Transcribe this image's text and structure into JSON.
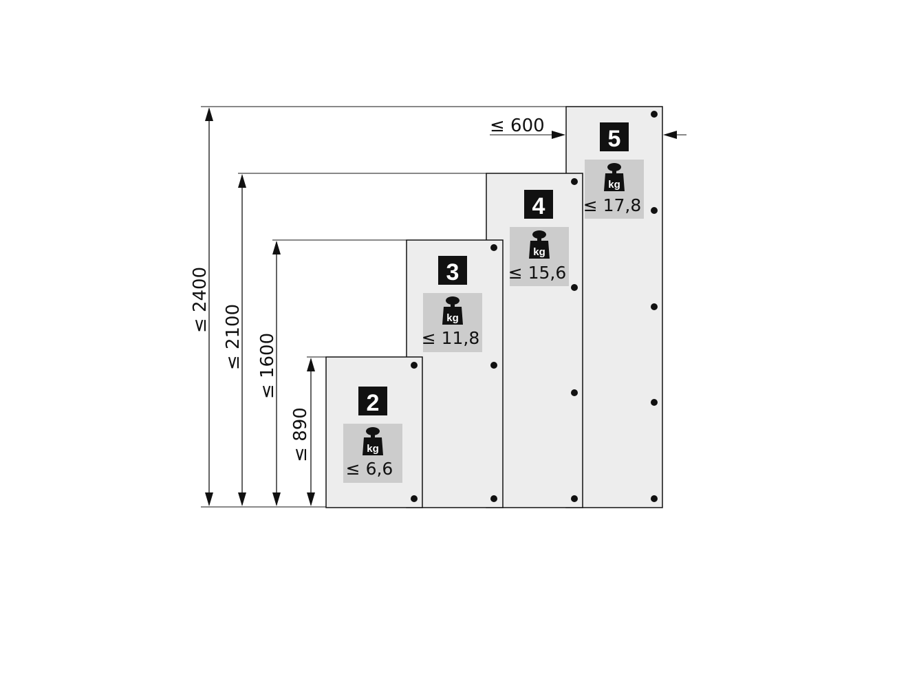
{
  "dimensions": {
    "h2400": "≤ 2400",
    "h2100": "≤ 2100",
    "h1600": "≤ 1600",
    "h890": "≤ 890",
    "width600": "≤ 600"
  },
  "panels": [
    {
      "hinges": "2",
      "weight_unit": "kg",
      "weight": "≤ 6,6"
    },
    {
      "hinges": "3",
      "weight_unit": "kg",
      "weight": "≤ 11,8"
    },
    {
      "hinges": "4",
      "weight_unit": "kg",
      "weight": "≤ 15,6"
    },
    {
      "hinges": "5",
      "weight_unit": "kg",
      "weight": "≤ 17,8"
    }
  ],
  "colors": {
    "panel_fill": "#ededed",
    "badge_fill": "#cccccc",
    "line": "#111111"
  }
}
